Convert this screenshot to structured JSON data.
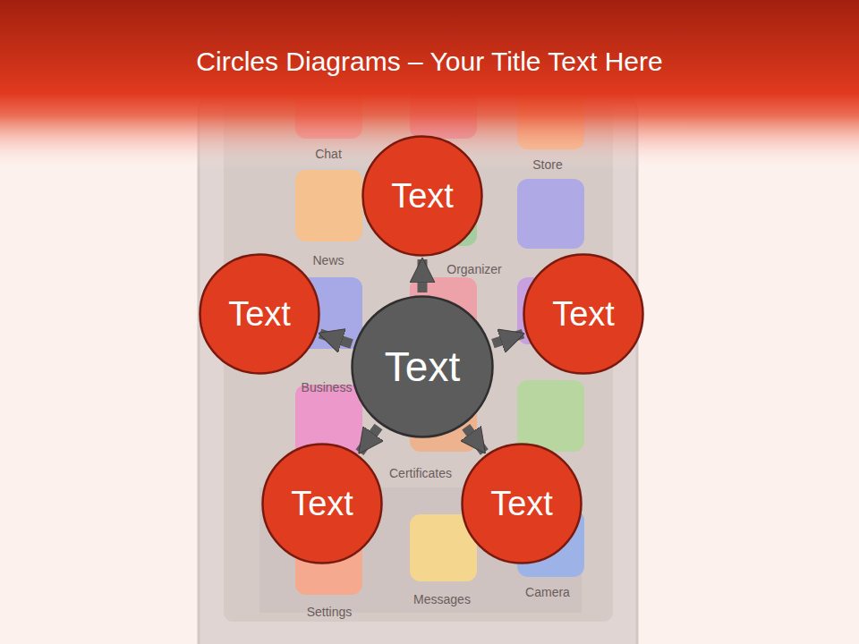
{
  "diagram": {
    "title": "Circles Diagrams – Your Title Text Here",
    "nodes": [
      {
        "text": [
          "Text"
        ]
      },
      {
        "text": [
          "Text"
        ]
      },
      {
        "text": [
          "Text"
        ]
      },
      {
        "text": [
          "Text"
        ]
      },
      {
        "text": [
          "Text"
        ]
      },
      {
        "text": [
          "Text"
        ]
      }
    ],
    "edges": [
      {
        "from": 0,
        "to": 1,
        "arrow": "to"
      },
      {
        "from": 0,
        "to": 2,
        "arrow": "to"
      },
      {
        "from": 0,
        "to": 3,
        "arrow": "to"
      },
      {
        "from": 0,
        "to": 4,
        "arrow": "to"
      },
      {
        "from": 0,
        "to": 5,
        "arrow": "to"
      }
    ],
    "labels": [
      "Chat",
      "Store",
      "News",
      "Organizer",
      "Business",
      "Certificates",
      "Settings",
      "Messages",
      "Camera"
    ]
  }
}
